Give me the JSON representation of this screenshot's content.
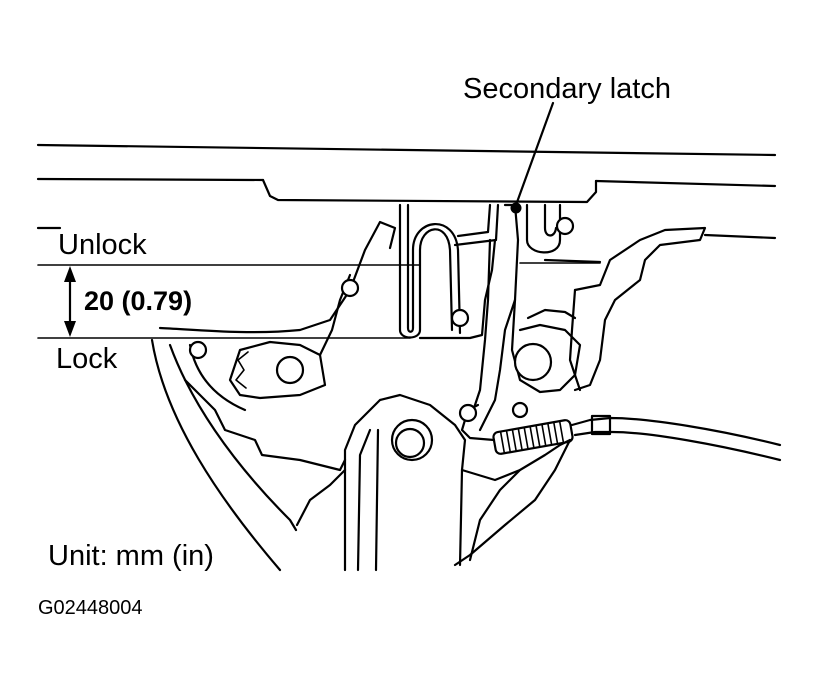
{
  "labels": {
    "secondary_latch": "Secondary latch",
    "unlock": "Unlock",
    "dimension": "20 (0.79)",
    "lock": "Lock",
    "unit": "Unit: mm (in)",
    "figure_code": "G02448004"
  },
  "colors": {
    "line": "#000000",
    "background": "#ffffff"
  }
}
